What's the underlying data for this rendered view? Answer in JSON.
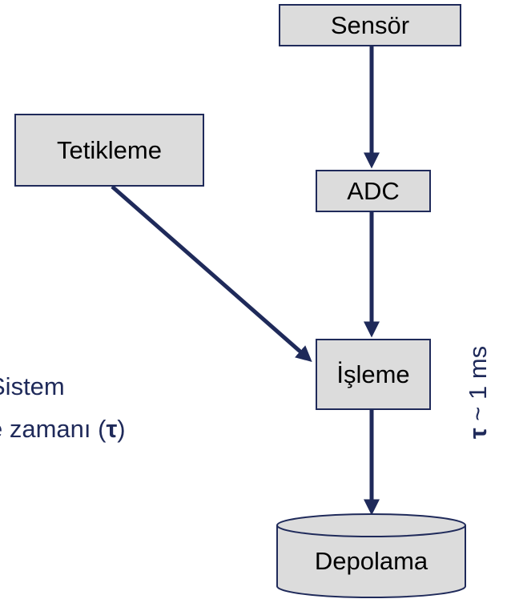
{
  "nodes": {
    "sensor": "Sensör",
    "trigger": "Tetikleme",
    "adc": "ADC",
    "processing": "İşleme",
    "storage": "Depolama"
  },
  "side_text": {
    "line1": "Sistem",
    "line2_prefix": "e zamanı (",
    "line2_symbol": "τ",
    "line2_suffix": ")"
  },
  "tau_annotation": {
    "symbol": "τ",
    "text": " ~ 1 ms"
  },
  "colors": {
    "arrow": "#1f2a5a",
    "box_fill": "#dcdcdc",
    "box_border": "#1f2a5a",
    "text": "#1f2a5a"
  }
}
